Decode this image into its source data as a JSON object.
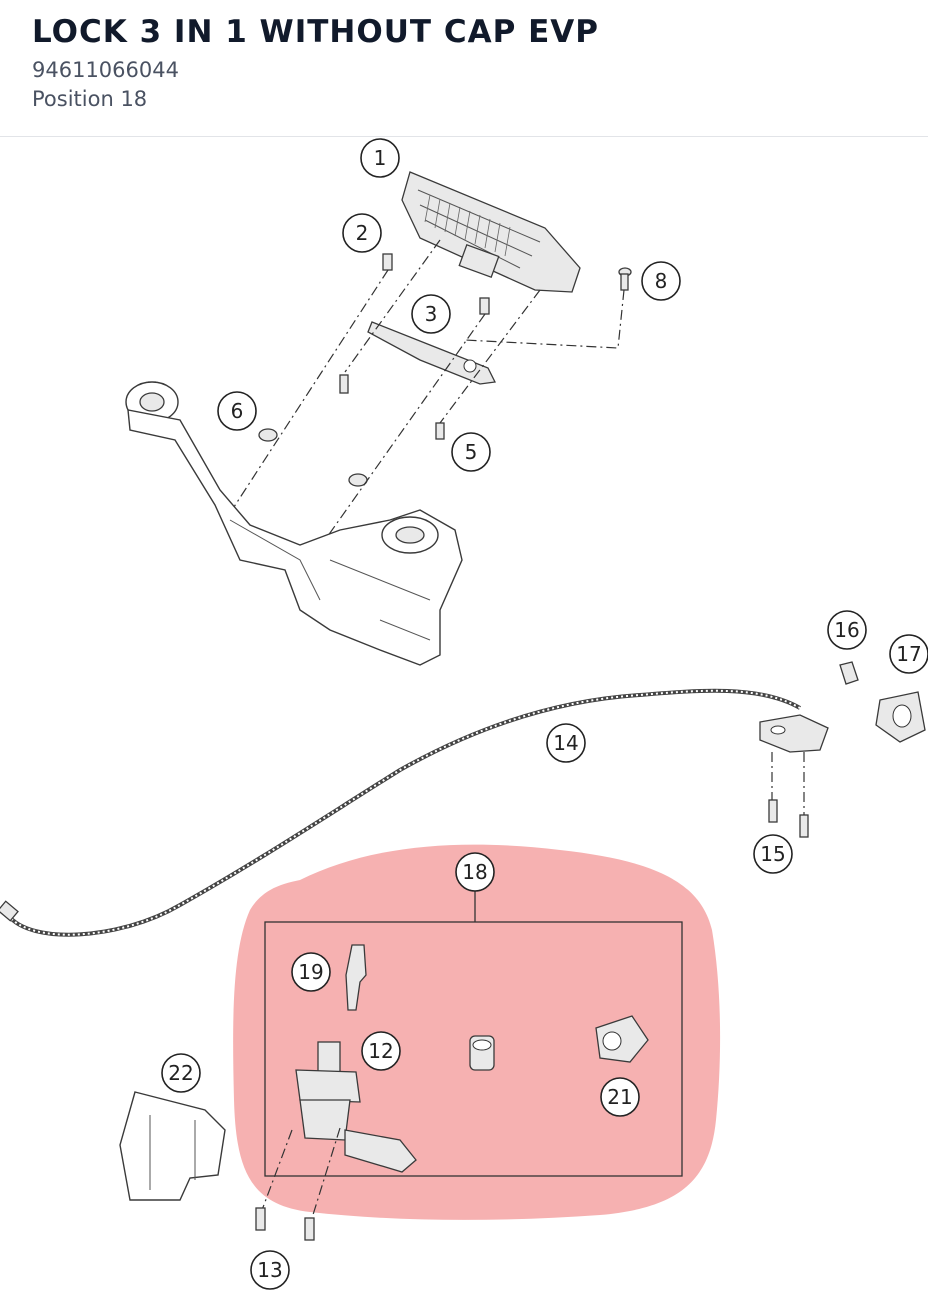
{
  "header": {
    "title": "LOCK 3 IN 1 WITHOUT CAP EVP",
    "part_number": "94611066044",
    "position": "Position 18"
  },
  "colors": {
    "highlight": "#f4a3a3",
    "line": "#333333"
  },
  "callouts": [
    "1",
    "2",
    "3",
    "5",
    "6",
    "8",
    "12",
    "13",
    "14",
    "15",
    "16",
    "17",
    "18",
    "19",
    "21",
    "22"
  ],
  "highlighted_position": "18"
}
